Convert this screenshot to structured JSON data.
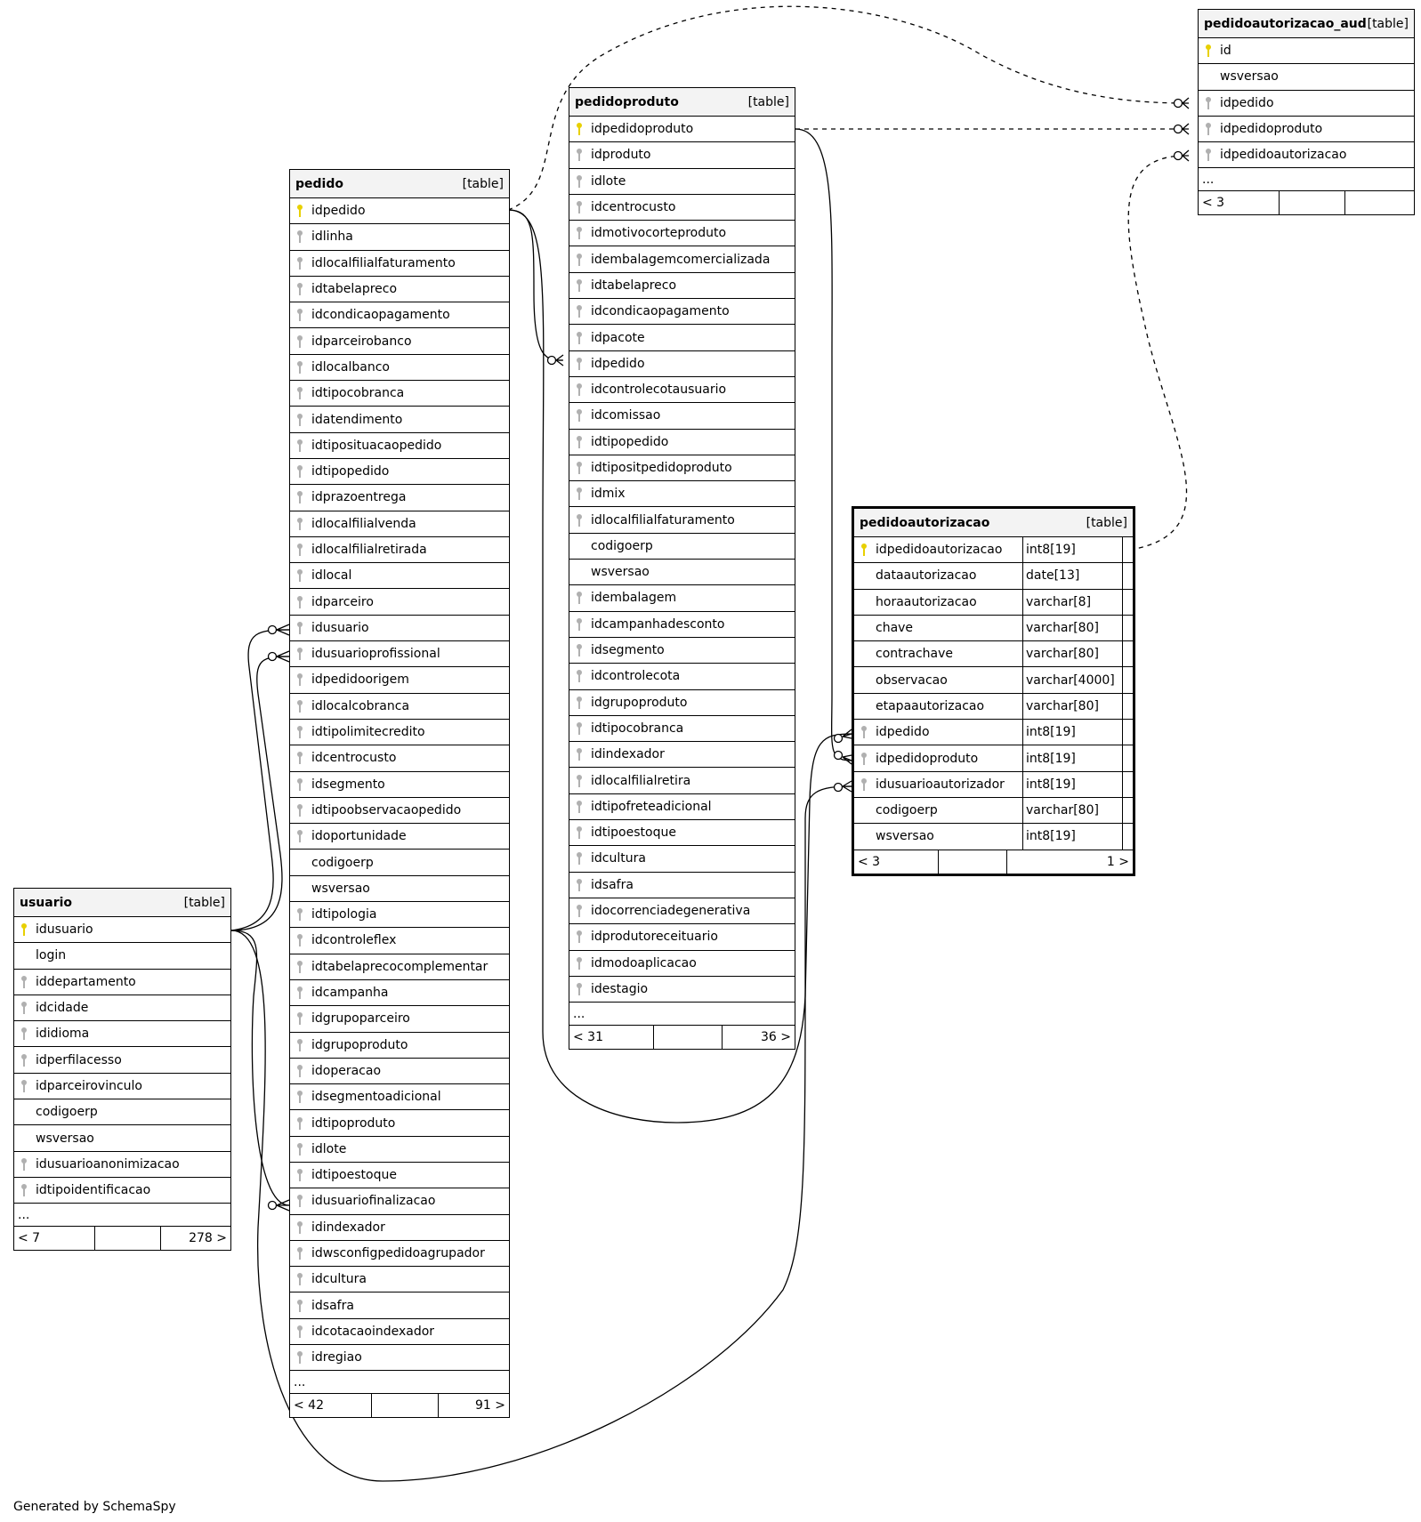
{
  "footer": "Generated by SchemaSpy",
  "colors": {
    "primary_key": "#e8d000",
    "foreign_key": "#b0b0b0",
    "header_bg": "#f3f3f3"
  },
  "tables": {
    "pedidoautorizacao_aud": {
      "name": "pedidoautorizacao_aud",
      "type": "[table]",
      "rows": [
        {
          "name": "id",
          "key": "pk"
        },
        {
          "name": "wsversao",
          "key": ""
        },
        {
          "name": "idpedido",
          "key": "fk"
        },
        {
          "name": "idpedidoproduto",
          "key": "fk"
        },
        {
          "name": "idpedidoautorizacao",
          "key": "fk"
        }
      ],
      "more": "...",
      "footer": [
        "< 3",
        "",
        ""
      ]
    },
    "pedidoproduto": {
      "name": "pedidoproduto",
      "type": "[table]",
      "rows": [
        {
          "name": "idpedidoproduto",
          "key": "pk"
        },
        {
          "name": "idproduto",
          "key": "fk"
        },
        {
          "name": "idlote",
          "key": "fk"
        },
        {
          "name": "idcentrocusto",
          "key": "fk"
        },
        {
          "name": "idmotivocorteproduto",
          "key": "fk"
        },
        {
          "name": "idembalagemcomercializada",
          "key": "fk"
        },
        {
          "name": "idtabelapreco",
          "key": "fk"
        },
        {
          "name": "idcondicaopagamento",
          "key": "fk"
        },
        {
          "name": "idpacote",
          "key": "fk"
        },
        {
          "name": "idpedido",
          "key": "fk"
        },
        {
          "name": "idcontrolecotausuario",
          "key": "fk"
        },
        {
          "name": "idcomissao",
          "key": "fk"
        },
        {
          "name": "idtipopedido",
          "key": "fk"
        },
        {
          "name": "idtipositpedidoproduto",
          "key": "fk"
        },
        {
          "name": "idmix",
          "key": "fk"
        },
        {
          "name": "idlocalfilialfaturamento",
          "key": "fk"
        },
        {
          "name": "codigoerp",
          "key": ""
        },
        {
          "name": "wsversao",
          "key": ""
        },
        {
          "name": "idembalagem",
          "key": "fk"
        },
        {
          "name": "idcampanhadesconto",
          "key": "fk"
        },
        {
          "name": "idsegmento",
          "key": "fk"
        },
        {
          "name": "idcontrolecota",
          "key": "fk"
        },
        {
          "name": "idgrupoproduto",
          "key": "fk"
        },
        {
          "name": "idtipocobranca",
          "key": "fk"
        },
        {
          "name": "idindexador",
          "key": "fk"
        },
        {
          "name": "idlocalfilialretira",
          "key": "fk"
        },
        {
          "name": "idtipofreteadicional",
          "key": "fk"
        },
        {
          "name": "idtipoestoque",
          "key": "fk"
        },
        {
          "name": "idcultura",
          "key": "fk"
        },
        {
          "name": "idsafra",
          "key": "fk"
        },
        {
          "name": "idocorrenciadegenerativa",
          "key": "fk"
        },
        {
          "name": "idprodutoreceituario",
          "key": "fk"
        },
        {
          "name": "idmodoaplicacao",
          "key": "fk"
        },
        {
          "name": "idestagio",
          "key": "fk"
        }
      ],
      "more": "...",
      "footer": [
        "< 31",
        "",
        "36 >"
      ]
    },
    "pedido": {
      "name": "pedido",
      "type": "[table]",
      "rows": [
        {
          "name": "idpedido",
          "key": "pk"
        },
        {
          "name": "idlinha",
          "key": "fk"
        },
        {
          "name": "idlocalfilialfaturamento",
          "key": "fk"
        },
        {
          "name": "idtabelapreco",
          "key": "fk"
        },
        {
          "name": "idcondicaopagamento",
          "key": "fk"
        },
        {
          "name": "idparceirobanco",
          "key": "fk"
        },
        {
          "name": "idlocalbanco",
          "key": "fk"
        },
        {
          "name": "idtipocobranca",
          "key": "fk"
        },
        {
          "name": "idatendimento",
          "key": "fk"
        },
        {
          "name": "idtiposituacaopedido",
          "key": "fk"
        },
        {
          "name": "idtipopedido",
          "key": "fk"
        },
        {
          "name": "idprazoentrega",
          "key": "fk"
        },
        {
          "name": "idlocalfilialvenda",
          "key": "fk"
        },
        {
          "name": "idlocalfilialretirada",
          "key": "fk"
        },
        {
          "name": "idlocal",
          "key": "fk"
        },
        {
          "name": "idparceiro",
          "key": "fk"
        },
        {
          "name": "idusuario",
          "key": "fk"
        },
        {
          "name": "idusuarioprofissional",
          "key": "fk"
        },
        {
          "name": "idpedidoorigem",
          "key": "fk"
        },
        {
          "name": "idlocalcobranca",
          "key": "fk"
        },
        {
          "name": "idtipolimitecredito",
          "key": "fk"
        },
        {
          "name": "idcentrocusto",
          "key": "fk"
        },
        {
          "name": "idsegmento",
          "key": "fk"
        },
        {
          "name": "idtipoobservacaopedido",
          "key": "fk"
        },
        {
          "name": "idoportunidade",
          "key": "fk"
        },
        {
          "name": "codigoerp",
          "key": ""
        },
        {
          "name": "wsversao",
          "key": ""
        },
        {
          "name": "idtipologia",
          "key": "fk"
        },
        {
          "name": "idcontroleflex",
          "key": "fk"
        },
        {
          "name": "idtabelaprecocomplementar",
          "key": "fk"
        },
        {
          "name": "idcampanha",
          "key": "fk"
        },
        {
          "name": "idgrupoparceiro",
          "key": "fk"
        },
        {
          "name": "idgrupoproduto",
          "key": "fk"
        },
        {
          "name": "idoperacao",
          "key": "fk"
        },
        {
          "name": "idsegmentoadicional",
          "key": "fk"
        },
        {
          "name": "idtipoproduto",
          "key": "fk"
        },
        {
          "name": "idlote",
          "key": "fk"
        },
        {
          "name": "idtipoestoque",
          "key": "fk"
        },
        {
          "name": "idusuariofinalizacao",
          "key": "fk"
        },
        {
          "name": "idindexador",
          "key": "fk"
        },
        {
          "name": "idwsconfigpedidoagrupador",
          "key": "fk"
        },
        {
          "name": "idcultura",
          "key": "fk"
        },
        {
          "name": "idsafra",
          "key": "fk"
        },
        {
          "name": "idcotacaoindexador",
          "key": "fk"
        },
        {
          "name": "idregiao",
          "key": "fk"
        }
      ],
      "more": "...",
      "footer": [
        "< 42",
        "",
        "91 >"
      ]
    },
    "pedidoautorizacao": {
      "name": "pedidoautorizacao",
      "type": "[table]",
      "rows": [
        {
          "name": "idpedidoautorizacao",
          "key": "pk",
          "type": "int8[19]"
        },
        {
          "name": "dataautorizacao",
          "key": "",
          "type": "date[13]"
        },
        {
          "name": "horaautorizacao",
          "key": "",
          "type": "varchar[8]"
        },
        {
          "name": "chave",
          "key": "",
          "type": "varchar[80]"
        },
        {
          "name": "contrachave",
          "key": "",
          "type": "varchar[80]"
        },
        {
          "name": "observacao",
          "key": "",
          "type": "varchar[4000]"
        },
        {
          "name": "etapaautorizacao",
          "key": "",
          "type": "varchar[80]"
        },
        {
          "name": "idpedido",
          "key": "fk",
          "type": "int8[19]"
        },
        {
          "name": "idpedidoproduto",
          "key": "fk",
          "type": "int8[19]"
        },
        {
          "name": "idusuarioautorizador",
          "key": "fk",
          "type": "int8[19]"
        },
        {
          "name": "codigoerp",
          "key": "",
          "type": "varchar[80]"
        },
        {
          "name": "wsversao",
          "key": "",
          "type": "int8[19]"
        }
      ],
      "footer": [
        "< 3",
        "",
        "1 >"
      ]
    },
    "usuario": {
      "name": "usuario",
      "type": "[table]",
      "rows": [
        {
          "name": "idusuario",
          "key": "pk"
        },
        {
          "name": "login",
          "key": ""
        },
        {
          "name": "iddepartamento",
          "key": "fk"
        },
        {
          "name": "idcidade",
          "key": "fk"
        },
        {
          "name": "ididioma",
          "key": "fk"
        },
        {
          "name": "idperfilacesso",
          "key": "fk"
        },
        {
          "name": "idparceirovinculo",
          "key": "fk"
        },
        {
          "name": "codigoerp",
          "key": ""
        },
        {
          "name": "wsversao",
          "key": ""
        },
        {
          "name": "idusuarioanonimizacao",
          "key": "fk"
        },
        {
          "name": "idtipoidentificacao",
          "key": "fk"
        }
      ],
      "more": "...",
      "footer": [
        "< 7",
        "",
        "278 >"
      ]
    }
  }
}
